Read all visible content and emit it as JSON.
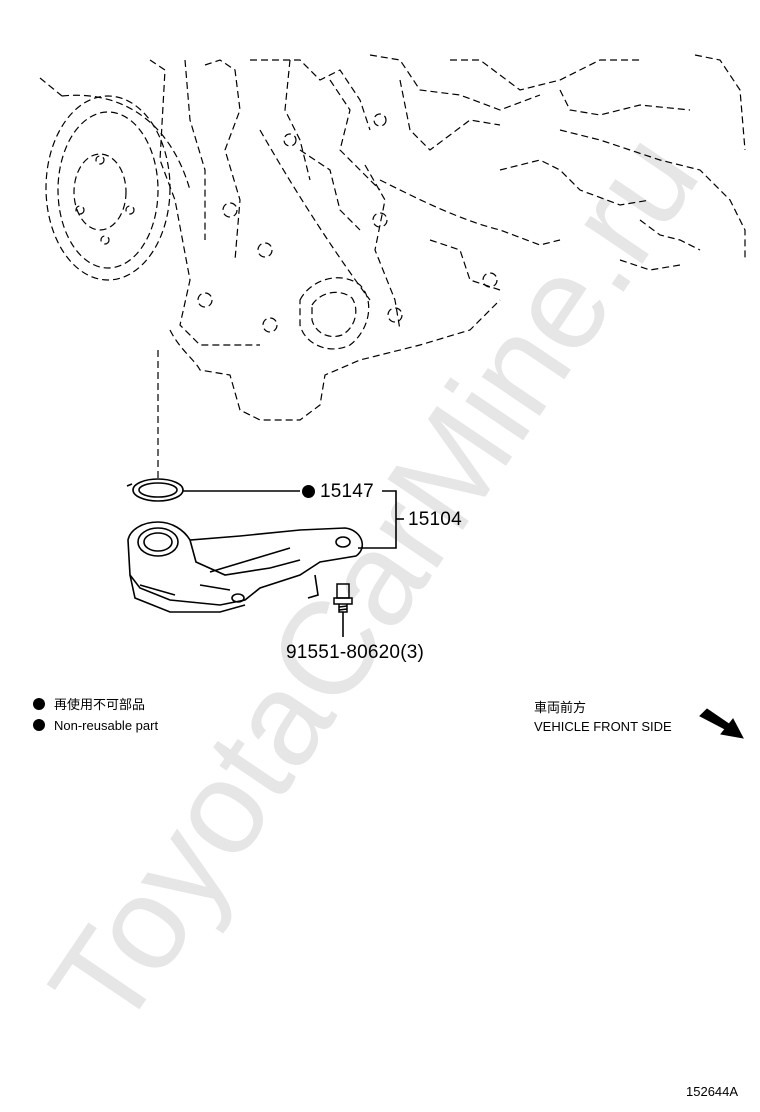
{
  "watermark": "ToyotaCarMine.ru",
  "callouts": {
    "gasket": "15147",
    "assembly": "15104",
    "bolt": "91551-80620(3)"
  },
  "legend": {
    "jp": "再使用不可部品",
    "en": "Non-reusable part"
  },
  "direction": {
    "jp": "車両前方",
    "en": "VEHICLE FRONT SIDE"
  },
  "figure_id": "152644A"
}
